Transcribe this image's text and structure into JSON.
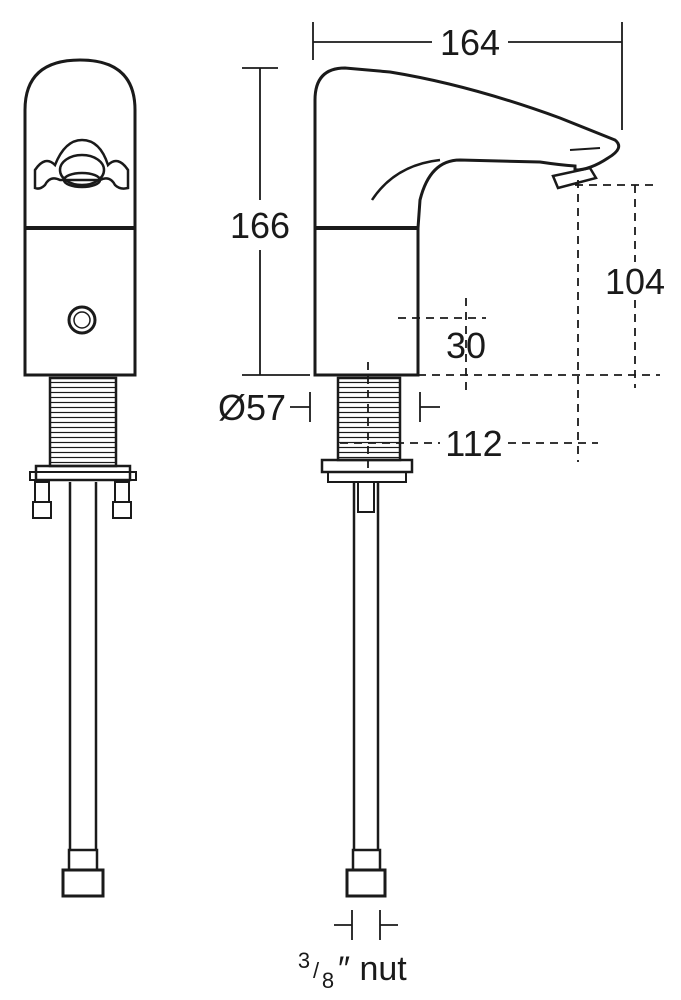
{
  "dimensions": {
    "width_total": "164",
    "height_total": "166",
    "spout_height": "104",
    "offset": "30",
    "base_diameter": "Ø57",
    "reach": "112"
  },
  "connector": {
    "fraction_num": "3",
    "fraction_sep": "/",
    "fraction_den": "8",
    "suffix": "″ nut"
  },
  "line_color": "#1a1a1a"
}
